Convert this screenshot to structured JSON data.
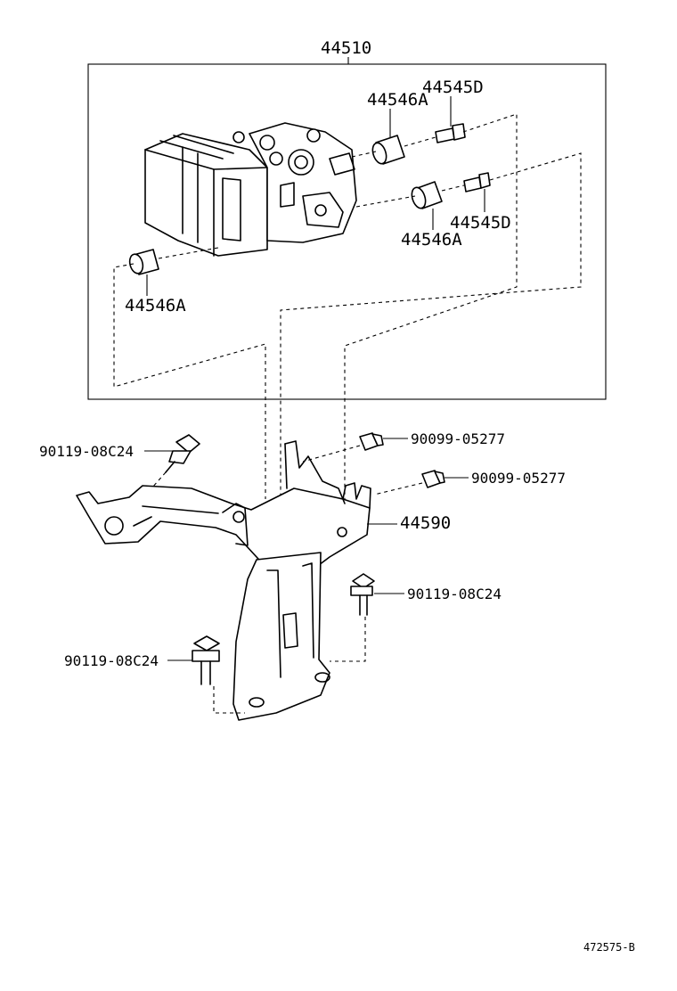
{
  "diagram": {
    "assembly_label": "44510",
    "parts": {
      "damper_top": "44546A",
      "bolt_top": "44545D",
      "damper_mid": "44546A",
      "bolt_mid": "44545D",
      "damper_left": "44546A",
      "nut_upper": "90099-05277",
      "nut_lower": "90099-05277",
      "bracket": "44590",
      "bolt_left": "90119-08C24",
      "bolt_right": "90119-08C24",
      "bolt_bottom": "90119-08C24"
    },
    "figure_code": "472575-B"
  }
}
